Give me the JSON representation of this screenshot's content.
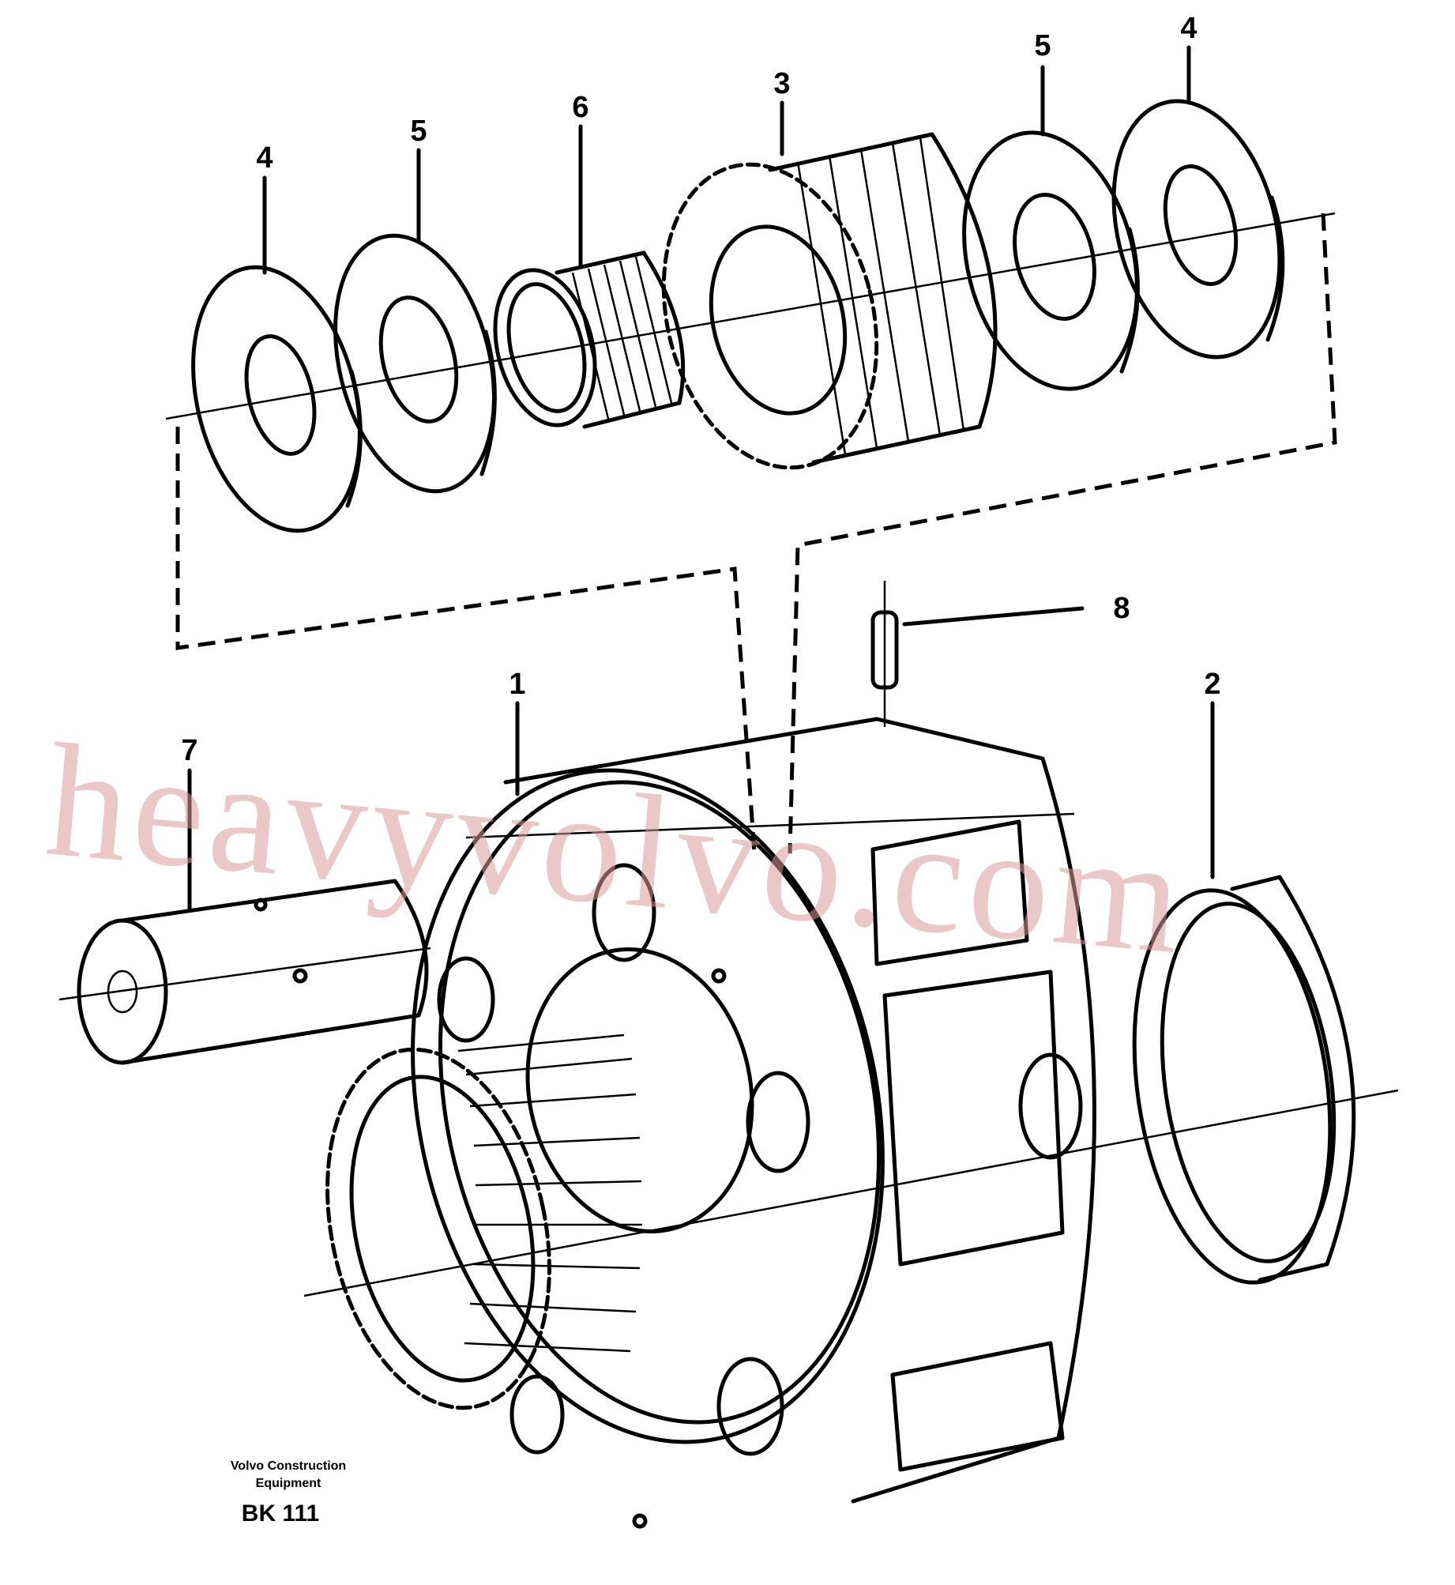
{
  "watermark": "heavyvolvo.com",
  "credit": {
    "line1": "Volvo Construction",
    "line2": "Equipment"
  },
  "code": "BK 111",
  "callouts": [
    {
      "id": "1",
      "text": "1"
    },
    {
      "id": "2",
      "text": "2"
    },
    {
      "id": "3",
      "text": "3"
    },
    {
      "id": "4a",
      "text": "4"
    },
    {
      "id": "4b",
      "text": "4"
    },
    {
      "id": "5a",
      "text": "5"
    },
    {
      "id": "5b",
      "text": "5"
    },
    {
      "id": "6",
      "text": "6"
    },
    {
      "id": "7",
      "text": "7"
    },
    {
      "id": "8",
      "text": "8"
    }
  ],
  "parts_shown": [
    "planet-carrier",
    "bearing-ring",
    "planet-gear",
    "thrust-washer",
    "shim-washer",
    "needle-bearing",
    "planet-shaft",
    "dowel-pin"
  ]
}
